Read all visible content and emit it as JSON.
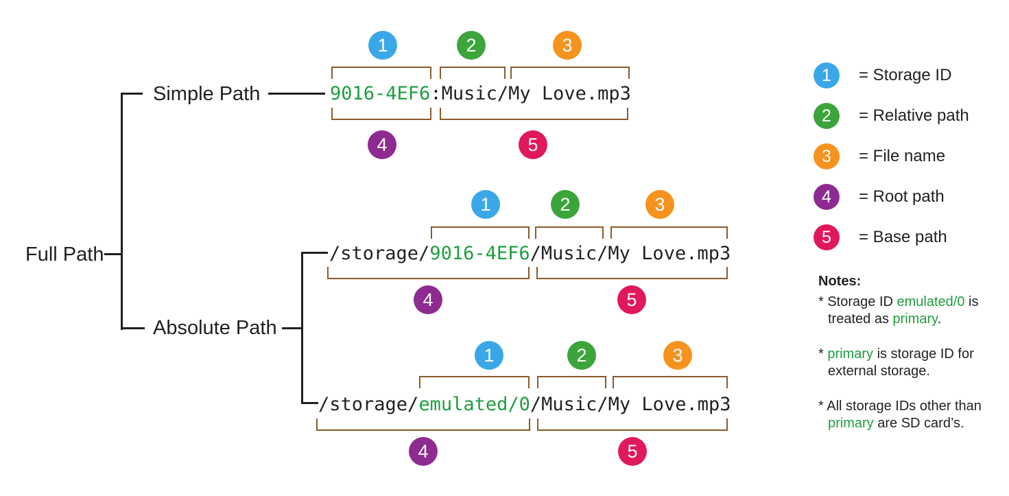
{
  "colors": {
    "marker_1_blue": "#3AA8E8",
    "marker_2_green": "#3BA53C",
    "marker_3_orange": "#F6921E",
    "marker_4_purple": "#8E2B90",
    "marker_5_pink": "#E0185C",
    "bracket_brown": "#8A5A2B",
    "path_highlight_green": "#1F9D3F",
    "text_black": "#231F20"
  },
  "tree": {
    "root": "Full Path",
    "branch_simple": "Simple Path",
    "branch_absolute": "Absolute Path"
  },
  "markers": {
    "n1": "1",
    "n2": "2",
    "n3": "3",
    "n4": "4",
    "n5": "5"
  },
  "paths": {
    "simple": {
      "storage_id": "9016-4EF6",
      "rest": ":Music/My Love.mp3",
      "full": "9016-4EF6:Music/My Love.mp3"
    },
    "absolute_sd": {
      "prefix": "/storage/",
      "storage_id": "9016-4EF6",
      "rest": "/Music/My Love.mp3",
      "full": "/storage/9016-4EF6/Music/My Love.mp3"
    },
    "absolute_emulated": {
      "prefix": "/storage/",
      "storage_id": "emulated/0",
      "rest": "/Music/My Love.mp3",
      "full": "/storage/emulated/0/Music/My Love.mp3"
    }
  },
  "legend": {
    "items": [
      {
        "num": "1",
        "label": "= Storage ID"
      },
      {
        "num": "2",
        "label": "= Relative path"
      },
      {
        "num": "3",
        "label": "= File name"
      },
      {
        "num": "4",
        "label": "= Root path"
      },
      {
        "num": "5",
        "label": "= Base path"
      }
    ]
  },
  "notes": {
    "title": "Notes:",
    "note1_l1a": "* Storage ID ",
    "note1_l1b": "emulated/0",
    "note1_l1c": " is",
    "note1_l2a": "treated as ",
    "note1_l2b": "primary",
    "note1_l2c": ".",
    "note2_l1a": "* ",
    "note2_l1b": "primary",
    "note2_l1c": " is storage ID for",
    "note2_l2a": "external storage.",
    "note3_l1a": "* All storage IDs other than",
    "note3_l2a": "primary",
    "note3_l2b": " are SD card’s."
  }
}
